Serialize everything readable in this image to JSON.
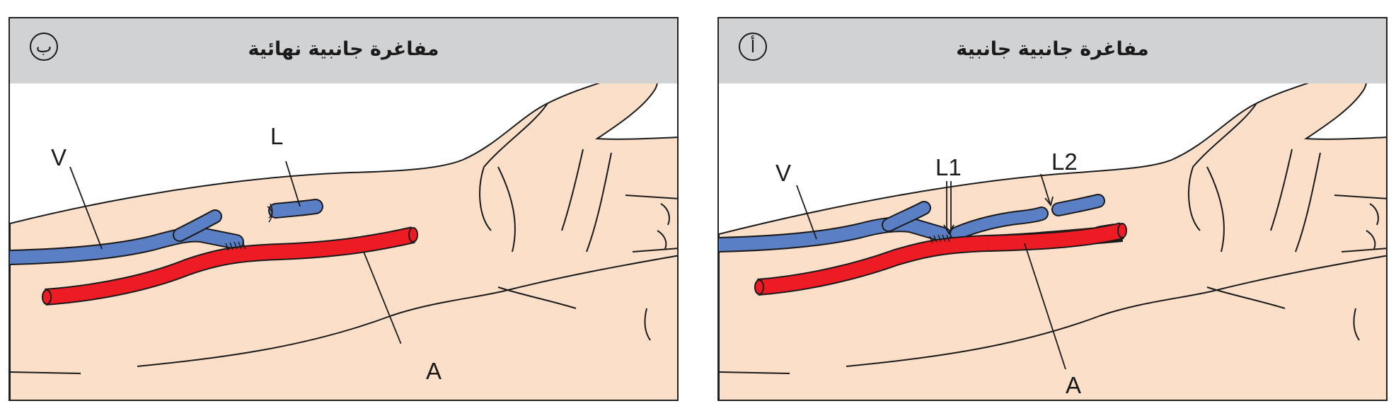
{
  "panels": [
    {
      "id": "b",
      "title": "مفاغرة جانبية نهائية",
      "badge": "ب",
      "labels": {
        "vein": "V",
        "artery": "A",
        "ligature": "L"
      }
    },
    {
      "id": "a",
      "title": "مفاغرة جانبية جانبية",
      "badge": "أ",
      "labels": {
        "vein": "V",
        "artery": "A",
        "ligature1": "L1",
        "ligature2": "L2"
      }
    }
  ],
  "colors": {
    "header": "#d1d2d4",
    "skin": "#fbdfc8",
    "vein": "#5b7fc4",
    "artery": "#ed1c24",
    "outline": "#1a1a1a"
  }
}
